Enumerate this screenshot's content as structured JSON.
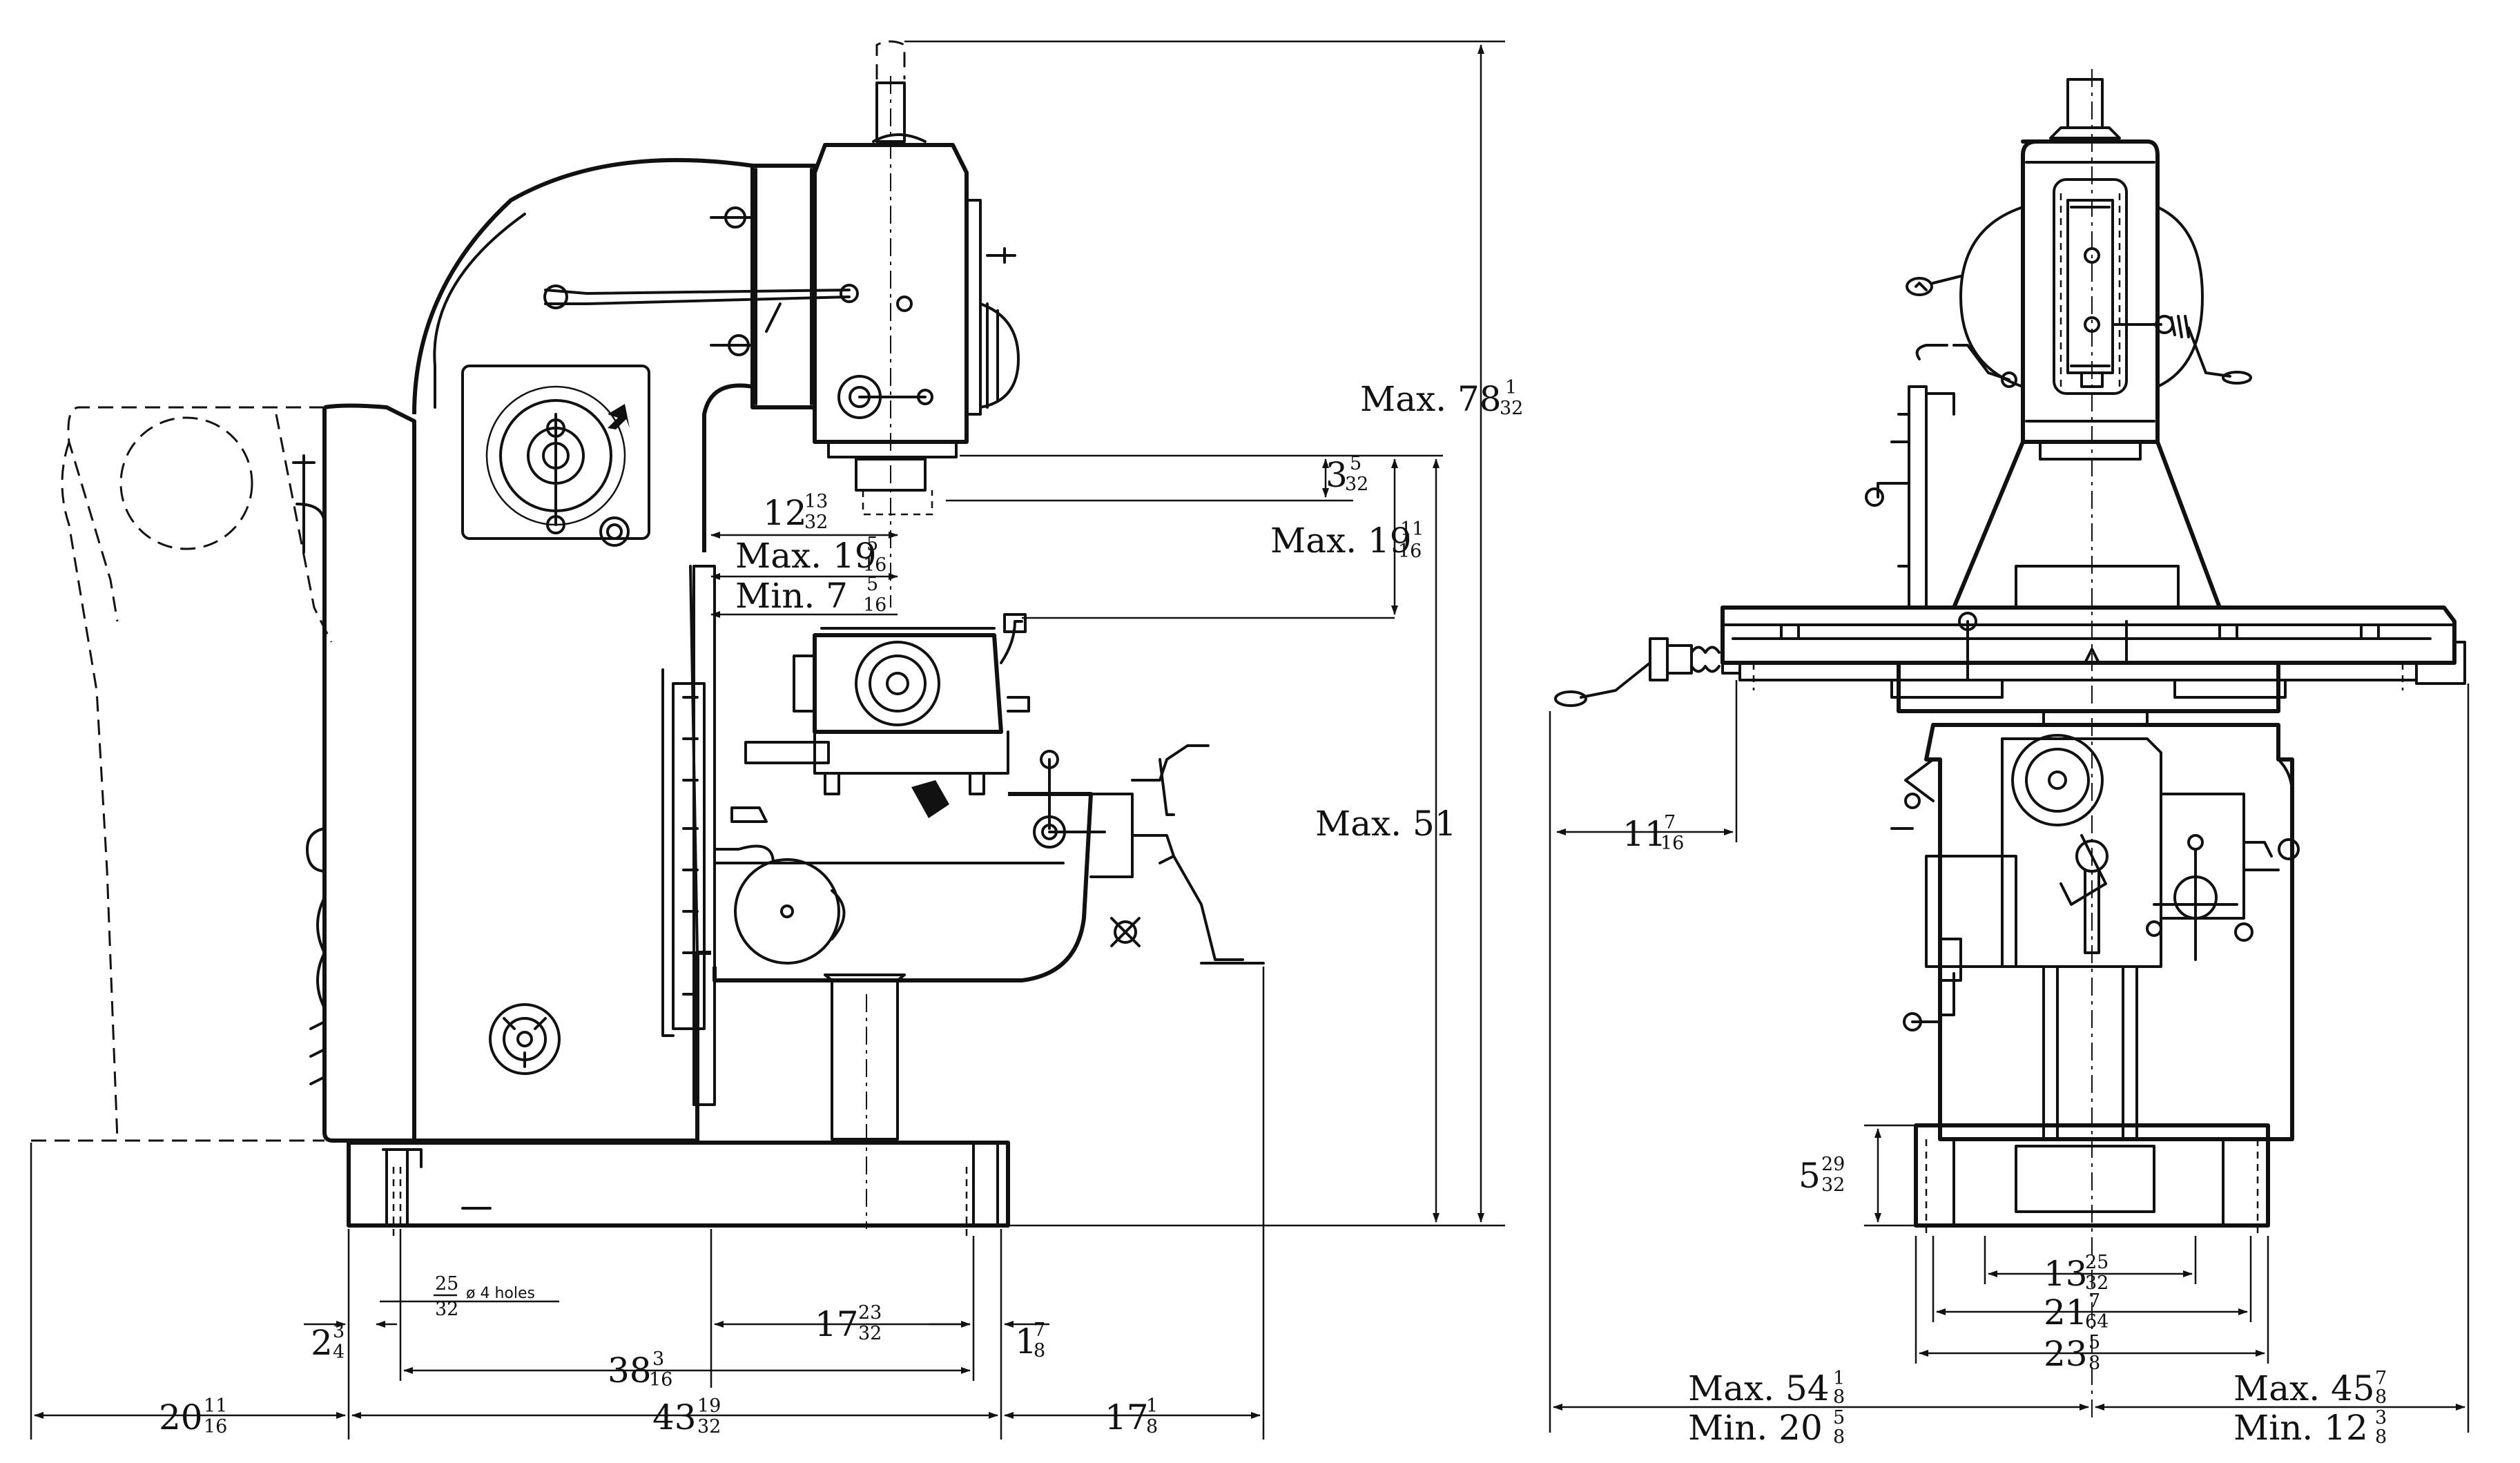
{
  "side_view": {
    "max_78": "Max. 78",
    "max_78_num": "1",
    "max_78_den": "32",
    "d3_whole": "3",
    "d3_num": "5",
    "d3_den": "32",
    "max19r": "Max. 19",
    "max19r_num": "11",
    "max19r_den": "16",
    "d12_whole": "12",
    "d12_num": "13",
    "d12_den": "32",
    "max19l": "Max. 19",
    "max19l_num": "5",
    "max19l_den": "16",
    "min7": "Min.  7",
    "min7_num": "5",
    "min7_den": "16",
    "max51": "Max.  51",
    "d17m_whole": "17",
    "d17m_num": "23",
    "d17m_den": "32",
    "d1_whole": "1",
    "d1_num": "7",
    "d1_den": "8",
    "d2_whole": "2",
    "d2_num": "3",
    "d2_den": "4",
    "hole_num": "25",
    "hole_den": "32",
    "hole_text": "ø 4 holes",
    "d38_whole": "38",
    "d38_num": "3",
    "d38_den": "16",
    "d20_whole": "20",
    "d20_num": "11",
    "d20_den": "16",
    "d43_whole": "43",
    "d43_num": "19",
    "d43_den": "32",
    "d17b_whole": "17",
    "d17b_num": "1",
    "d17b_den": "8"
  },
  "front_view": {
    "d11_whole": "11",
    "d11_num": "7",
    "d11_den": "16",
    "d5_whole": "5",
    "d5_num": "29",
    "d5_den": "32",
    "d13_whole": "13",
    "d13_num": "25",
    "d13_den": "32",
    "d21_whole": "21",
    "d21_num": "7",
    "d21_den": "64",
    "d23_whole": "23",
    "d23_num": "5",
    "d23_den": "8",
    "max54": "Max.  54",
    "max54_num": "1",
    "max54_den": "8",
    "min20": "Min.  20",
    "min20_num": "5",
    "min20_den": "8",
    "max45": "Max.  45",
    "max45_num": "7",
    "max45_den": "8",
    "min12": "Min.  12",
    "min12_num": "3",
    "min12_den": "8"
  }
}
